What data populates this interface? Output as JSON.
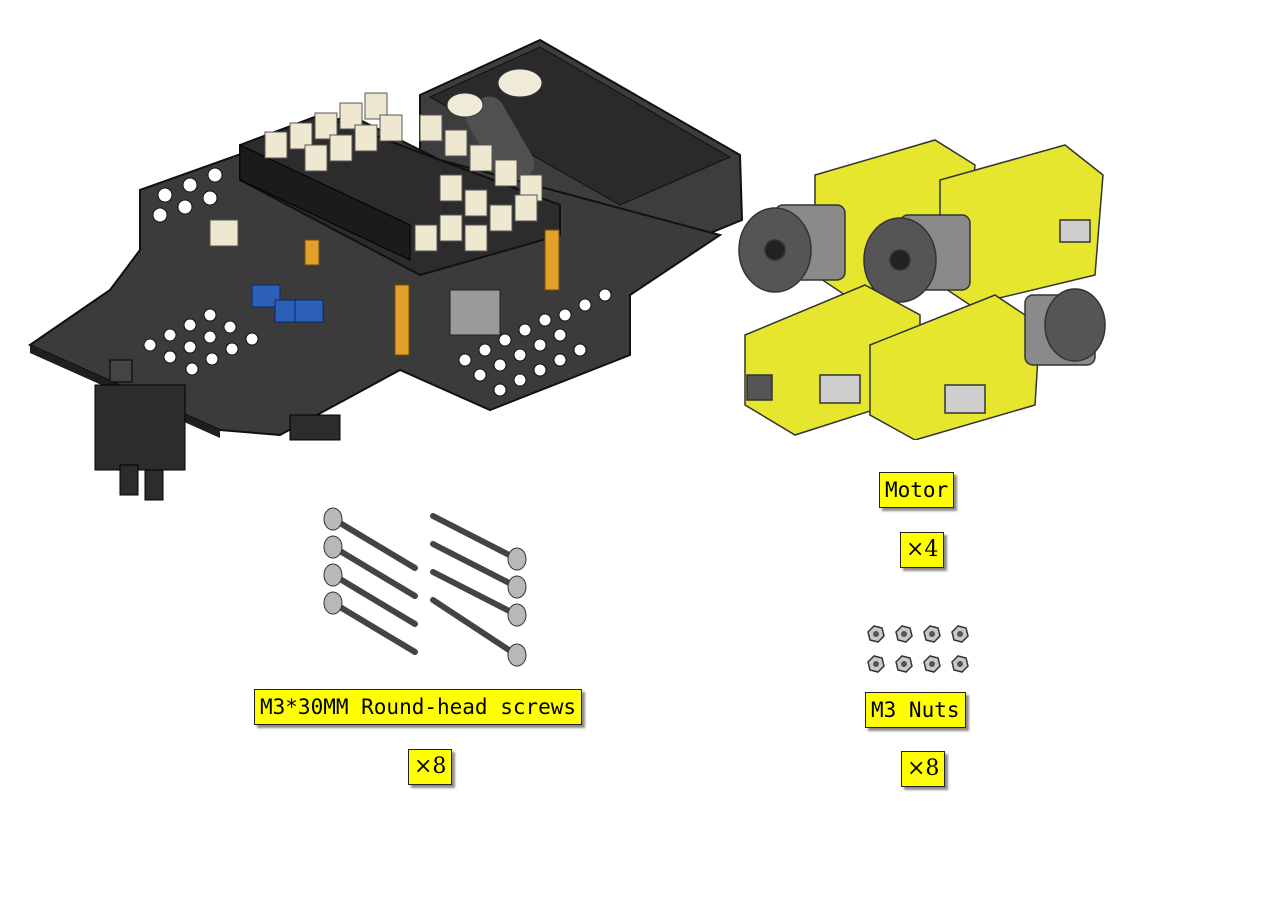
{
  "parts": {
    "motor": {
      "name": "Motor",
      "qty": "×4"
    },
    "nuts": {
      "name": "M3 Nuts",
      "qty": "×8"
    },
    "screws": {
      "name": "M3*30MM Round-head screws",
      "qty": "×8"
    }
  },
  "colors": {
    "label_bg": "#ffff00",
    "board": "#3b3b3b",
    "motor_body": "#e6e62e",
    "motor_cap": "#555555",
    "connector": "#efe8d0",
    "pot": "#2b5fb8",
    "standoff": "#e3a02c"
  }
}
